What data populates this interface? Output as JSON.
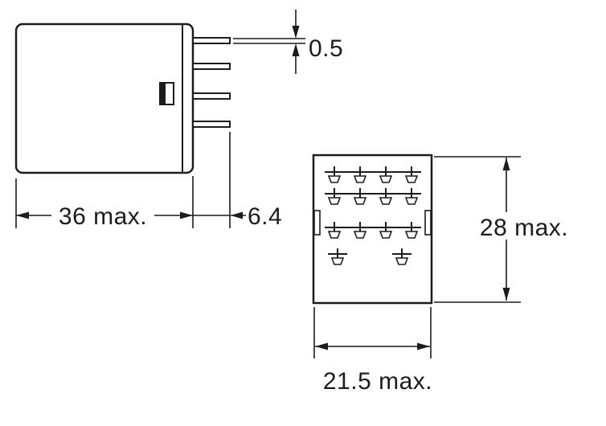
{
  "side_view": {
    "body_width_label": "36 max.",
    "pin_length_label": "6.4",
    "pin_thickness_label": "0.5"
  },
  "bottom_view": {
    "height_label": "28 max.",
    "width_label": "21.5 max."
  },
  "colors": {
    "line": "#1c1c1c",
    "background": "#ffffff"
  }
}
